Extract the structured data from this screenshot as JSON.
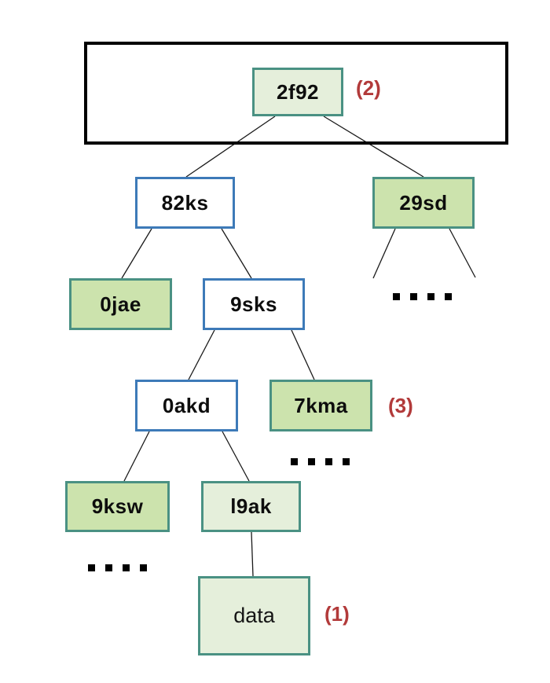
{
  "diagram": {
    "kind": "hash-tree",
    "colors": {
      "light_green_fill": "#e5efdb",
      "medium_green_fill": "#cce3ad",
      "teal_border": "#4a9183",
      "blue_border": "#3d7ab8",
      "annotation_red": "#b23a3a",
      "outer_box_border": "#000000",
      "edge_line": "#1a1a1a"
    },
    "nodes": {
      "n2f92": {
        "label": "2f92",
        "style": "light-green-teal"
      },
      "n82ks": {
        "label": "82ks",
        "style": "white-blue"
      },
      "n29sd": {
        "label": "29sd",
        "style": "medium-green-teal"
      },
      "n0jae": {
        "label": "0jae",
        "style": "medium-green-teal"
      },
      "n9sks": {
        "label": "9sks",
        "style": "white-blue"
      },
      "n0akd": {
        "label": "0akd",
        "style": "white-blue"
      },
      "n7kma": {
        "label": "7kma",
        "style": "medium-green-teal"
      },
      "n9ksw": {
        "label": "9ksw",
        "style": "medium-green-teal"
      },
      "nl9ak": {
        "label": "l9ak",
        "style": "light-green-teal"
      },
      "ndata": {
        "label": "data",
        "style": "light-green-teal"
      }
    },
    "annotations": {
      "a2": {
        "label": "(2)",
        "attached_to": "2f92"
      },
      "a3": {
        "label": "(3)",
        "attached_to": "7kma"
      },
      "a1": {
        "label": "(1)",
        "attached_to": "data"
      }
    },
    "edges": [
      {
        "from": "2f92",
        "to": "82ks"
      },
      {
        "from": "2f92",
        "to": "29sd"
      },
      {
        "from": "82ks",
        "to": "0jae"
      },
      {
        "from": "82ks",
        "to": "9sks"
      },
      {
        "from": "29sd",
        "to": "ellipsis"
      },
      {
        "from": "29sd",
        "to": "ellipsis"
      },
      {
        "from": "9sks",
        "to": "0akd"
      },
      {
        "from": "9sks",
        "to": "7kma"
      },
      {
        "from": "0akd",
        "to": "9ksw"
      },
      {
        "from": "0akd",
        "to": "l9ak"
      },
      {
        "from": "l9ak",
        "to": "data"
      }
    ],
    "ellipsis_rows": [
      {
        "under": "29sd",
        "dots": 4
      },
      {
        "under": "7kma",
        "dots": 4
      },
      {
        "under": "9ksw",
        "dots": 4
      }
    ]
  }
}
